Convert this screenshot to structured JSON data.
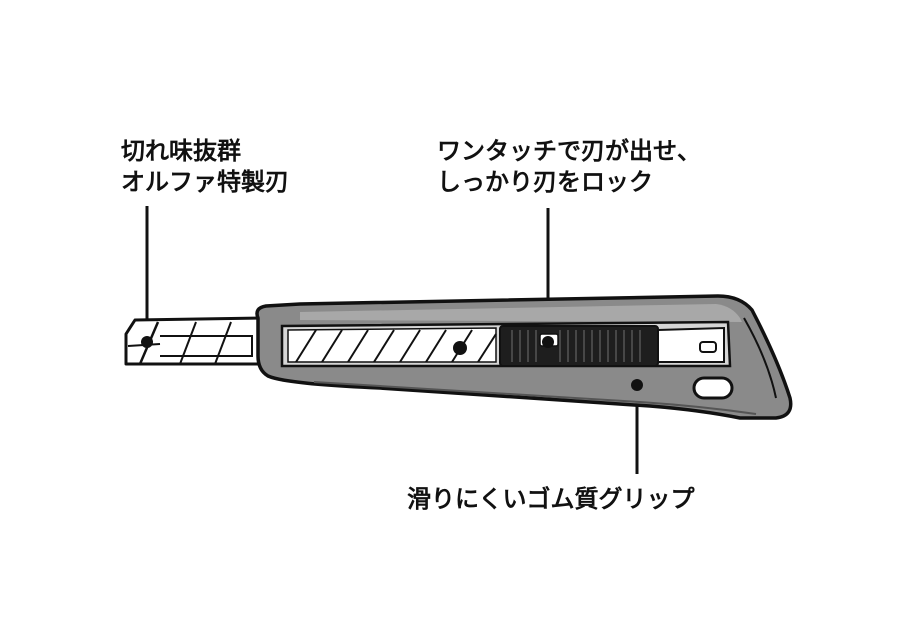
{
  "callouts": {
    "blade": {
      "line1": "切れ味抜群",
      "line2": "オルファ特製刃"
    },
    "lock": {
      "line1": "ワンタッチで刃が出せ、",
      "line2": "しっかり刃をロック"
    },
    "grip": {
      "line1": "滑りにくいゴム質グリップ"
    }
  },
  "colors": {
    "body": "#8a8a8a",
    "body_light": "#a8a8a8",
    "outline": "#111111",
    "blade": "#ffffff",
    "slider": "#1e1e1e",
    "line": "#111111"
  }
}
